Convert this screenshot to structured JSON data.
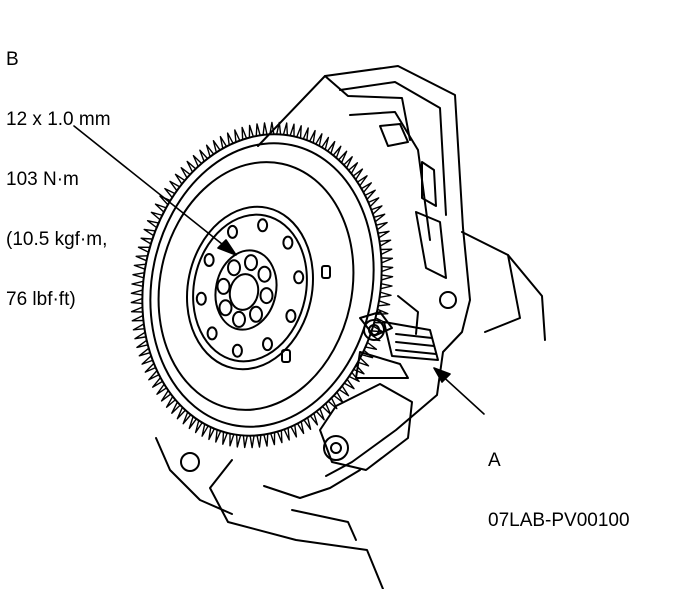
{
  "callout_b": {
    "letter": "B",
    "lines": [
      "12 x 1.0 mm",
      "103 N·m",
      "(10.5 kgf·m,",
      "76 lbf·ft)"
    ]
  },
  "callout_a": {
    "letter": "A",
    "part_number": "07LAB-PV00100"
  },
  "colors": {
    "line": "#000000",
    "background": "#ffffff"
  }
}
